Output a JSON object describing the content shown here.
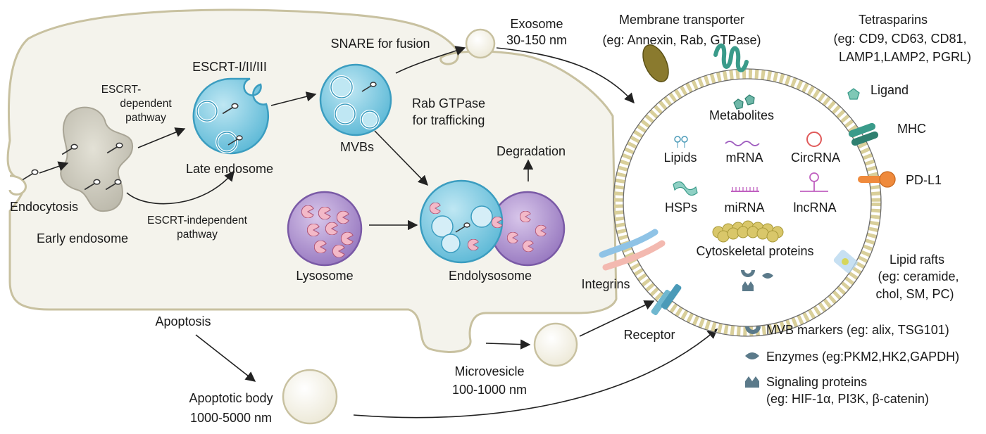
{
  "cell": {
    "endocytosis": "Endocytosis",
    "early_endosome": "Early endosome",
    "escrt_dependent": [
      "ESCRT-",
      "dependent",
      "pathway"
    ],
    "escrt_independent": [
      "ESCRT-independent",
      "pathway"
    ],
    "escrt_complex": "ESCRT-I/II/III",
    "late_endosome": "Late endosome",
    "snare": "SNARE for fusion",
    "mvbs": "MVBs",
    "rab_gtpase": [
      "Rab GTPase",
      "for trafficking"
    ],
    "degradation": "Degradation",
    "lysosome": "Lysosome",
    "endolysosome": "Endolysosome"
  },
  "release": {
    "exosome": [
      "Exosome",
      "30-150 nm"
    ],
    "apoptosis": "Apoptosis",
    "apoptotic_body": [
      "Apoptotic body",
      "1000-5000 nm"
    ],
    "microvesicle": [
      "Microvesicle",
      "100-1000 nm"
    ]
  },
  "vesicle": {
    "membrane_transporter": [
      "Membrane transporter",
      "(eg: Annexin, Rab, GTPase)"
    ],
    "tetraspanins": [
      "Tetrasparins",
      "(eg: CD9, CD63, CD81,",
      "LAMP1,LAMP2, PGRL)"
    ],
    "ligand": "Ligand",
    "mhc": "MHC",
    "pdl1": "PD-L1",
    "lipid_rafts": [
      "Lipid rafts",
      "(eg: ceramide,",
      "chol, SM, PC)"
    ],
    "integrins": "Integrins",
    "receptor": "Receptor",
    "metabolites": "Metabolites",
    "lipids": "Lipids",
    "mrna": "mRNA",
    "circrna": "CircRNA",
    "hsps": "HSPs",
    "mirna": "miRNA",
    "lncrna": "lncRNA",
    "cytoskeletal": "Cytoskeletal proteins"
  },
  "legend": {
    "mvb_markers": "MVB markers (eg: alix, TSG101)",
    "enzymes": "Enzymes (eg:PKM2,HK2,GAPDH)",
    "signaling": [
      "Signaling proteins",
      "(eg: HIF-1α, PI3K, β-catenin)"
    ]
  },
  "colors": {
    "cell_fill": "#f4f3ec",
    "cell_stroke": "#c8c1a0",
    "endosome_blue": "#7ccbe0",
    "lysosome_purple": "#a98cc6",
    "cargo_pink": "#f2b8c6",
    "membrane_bead": "#d9cf9a",
    "teal": "#3a9b8a",
    "olive": "#8a7a2e",
    "orange": "#ef8a3c"
  }
}
